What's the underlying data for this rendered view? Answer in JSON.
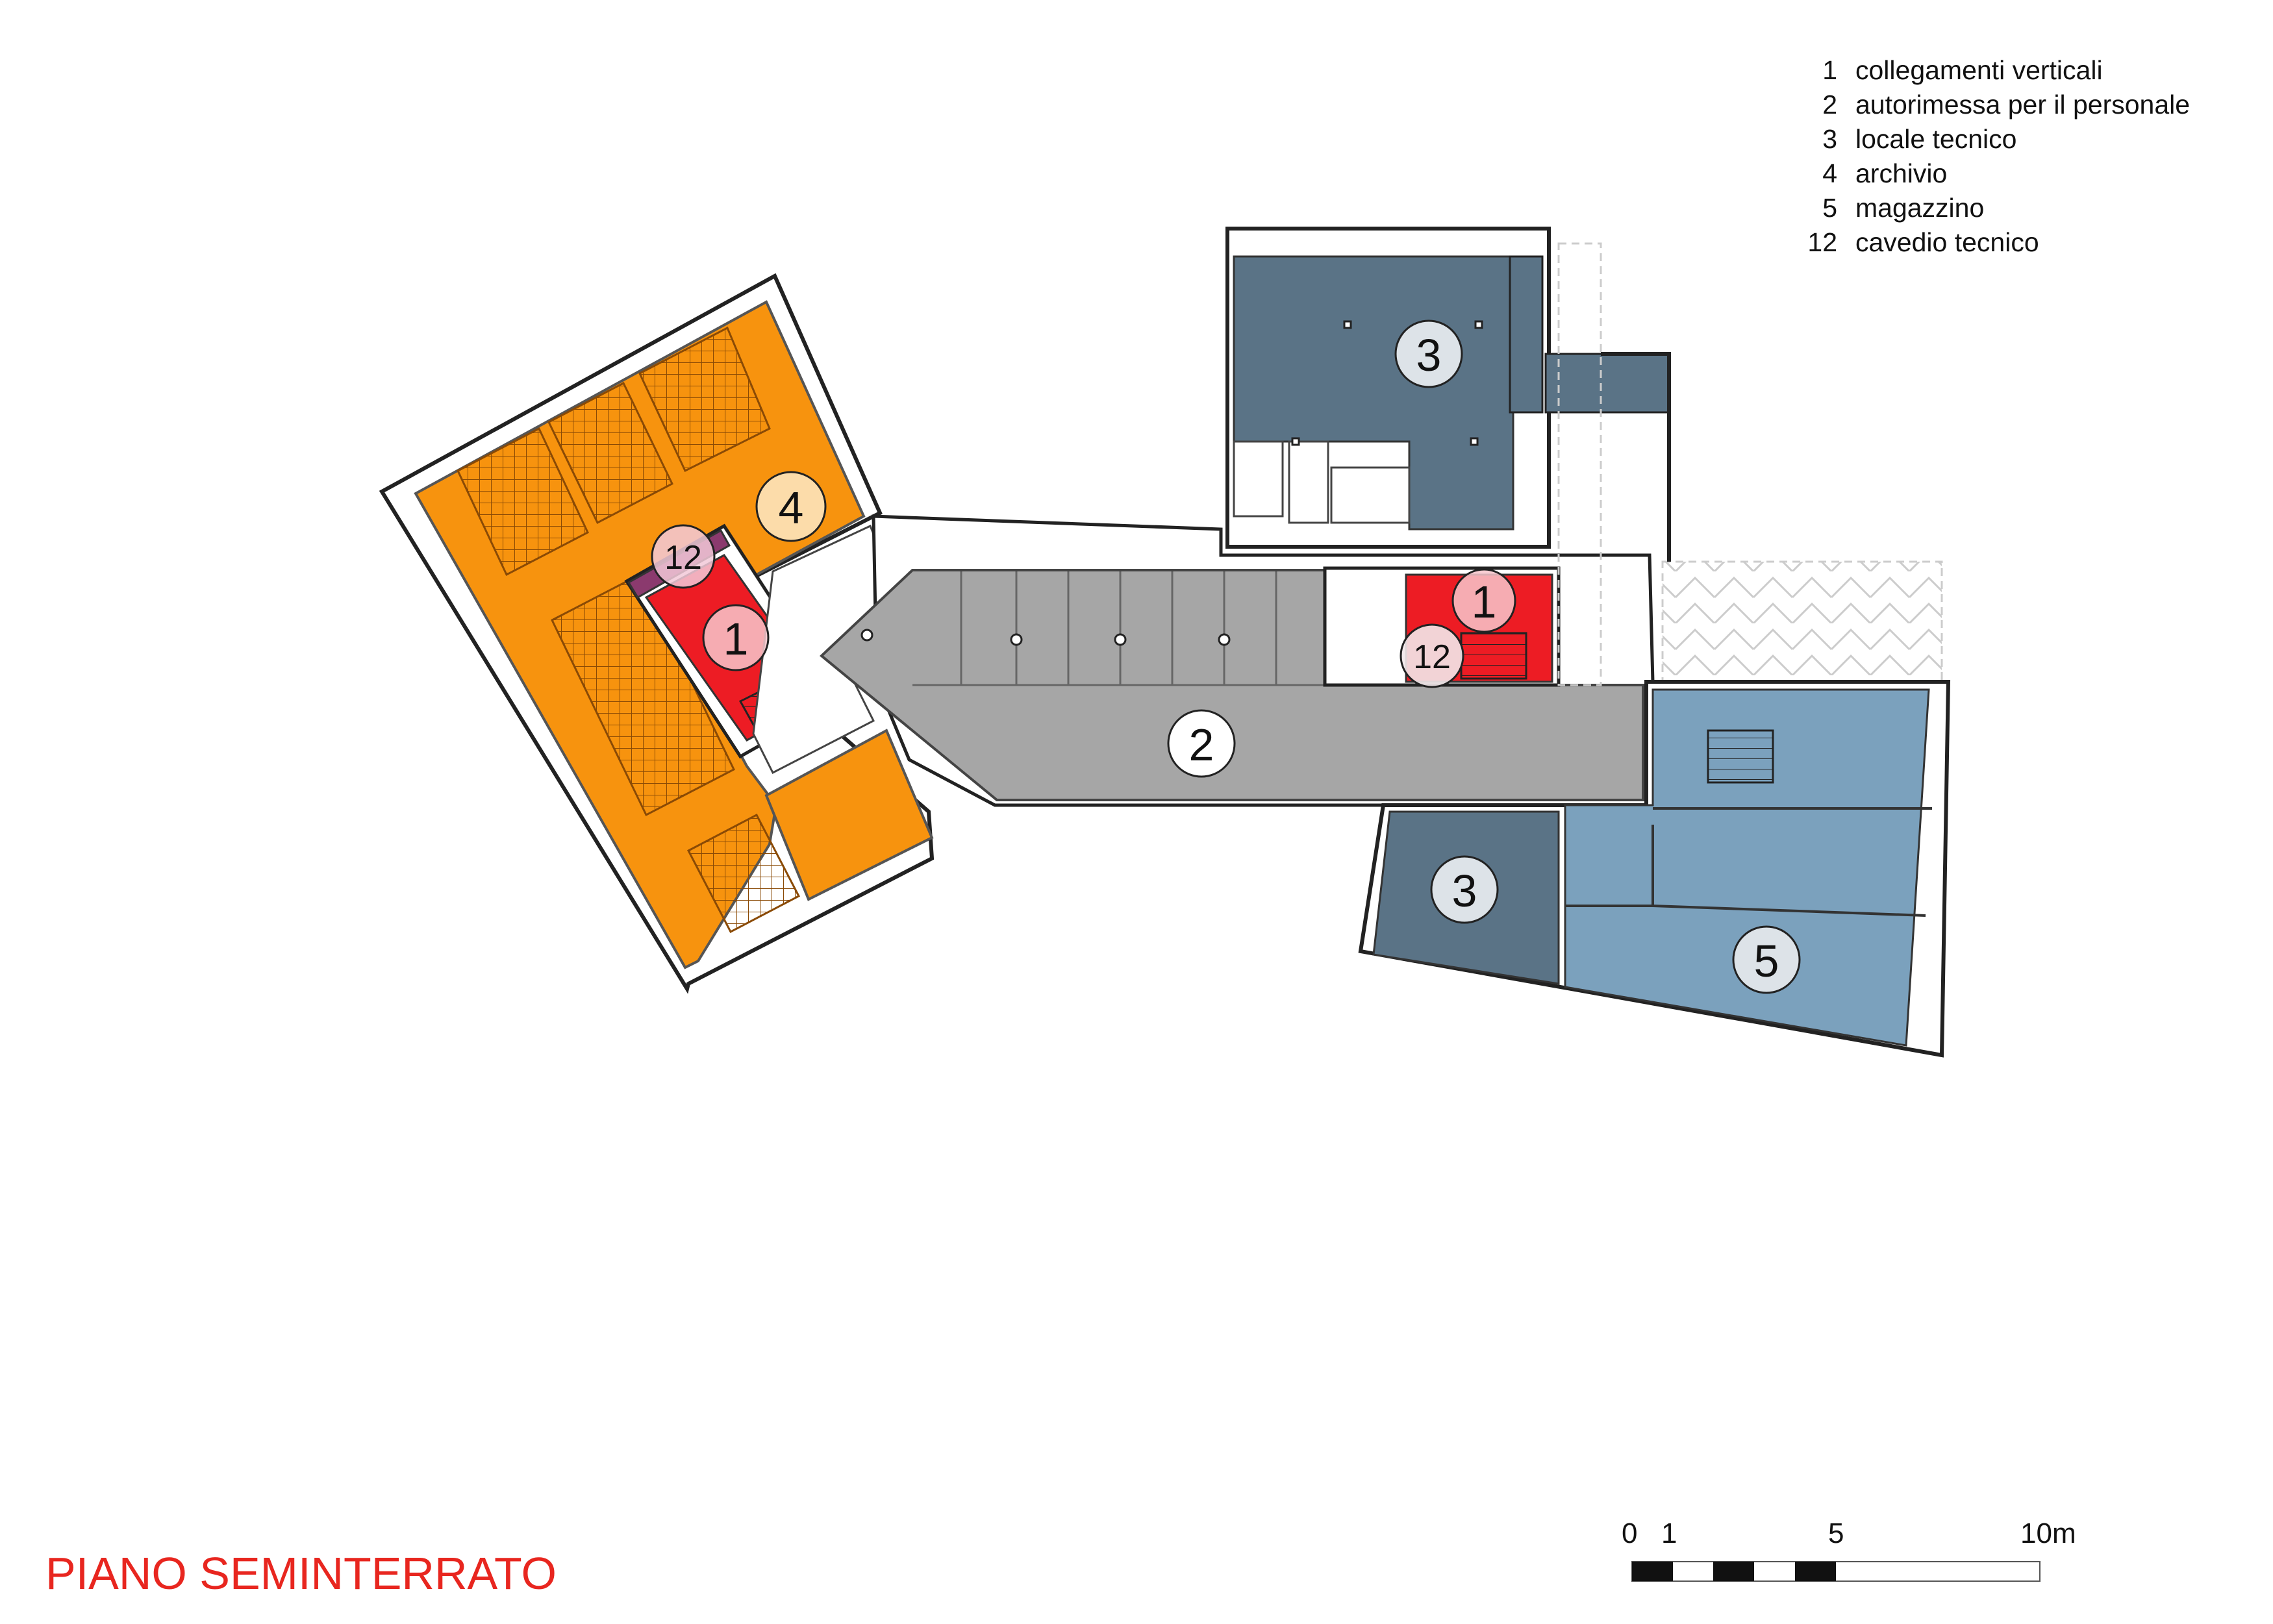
{
  "title": "PIANO SEMINTERRATO",
  "legend": [
    {
      "num": "1",
      "label": "collegamenti verticali"
    },
    {
      "num": "2",
      "label": "autorimessa per il personale"
    },
    {
      "num": "3",
      "label": "locale tecnico"
    },
    {
      "num": "4",
      "label": "archivio"
    },
    {
      "num": "5",
      "label": "magazzino"
    },
    {
      "num": "12",
      "label": "cavedio tecnico"
    }
  ],
  "scale_bar": {
    "labels": [
      "0",
      "1",
      "5",
      "10m"
    ]
  },
  "room_markers": {
    "archive": "4",
    "archive_core_stairs": "1",
    "archive_core_shaft": "12",
    "garage": "2",
    "tech_north": "3",
    "east_core_stairs": "1",
    "east_core_shaft": "12",
    "tech_south": "3",
    "storage": "5"
  },
  "colors": {
    "archive": "#f7930e",
    "vertical_links": "#ed1c24",
    "garage": "#a6a6a6",
    "technical_room": "#5a7386",
    "storage": "#7ba1bd",
    "shaft": "#8b3a6e",
    "title": "#e8261f"
  }
}
